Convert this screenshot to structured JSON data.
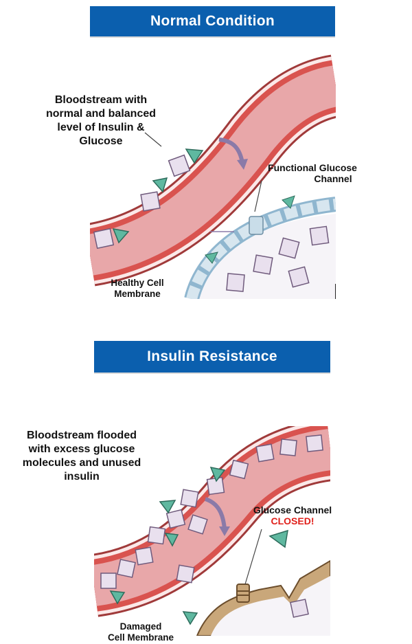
{
  "panels": [
    {
      "title": "Normal Condition",
      "bloodstream_label": [
        "Bloodstream with",
        "normal and balanced",
        "level of Insulin &",
        "Glucose"
      ],
      "channel_label": [
        "Functional Glucose",
        "Channel"
      ],
      "membrane_label": [
        "Healthy Cell",
        "Membrane"
      ]
    },
    {
      "title": "Insulin Resistance",
      "bloodstream_label": [
        "Bloodstream flooded",
        "with excess glucose",
        "molecules and unused",
        "insulin"
      ],
      "channel_label": [
        "Glucose Channel"
      ],
      "channel_status": "CLOSED!",
      "membrane_label": [
        "Damaged",
        "Cell Membrane"
      ]
    }
  ],
  "colors": {
    "banner": "#0b5fae",
    "vessel_wall": "#d9534f",
    "vessel_lumen": "#e8a7a9",
    "insulin": "#5fb8a0",
    "glucose": "#e9e0ee",
    "closed_text": "#e0201b",
    "damaged_membrane": "#c9a77a"
  }
}
